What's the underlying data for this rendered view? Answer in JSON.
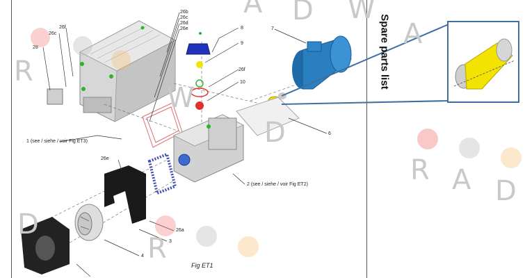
{
  "side_title": "Spare parts list",
  "figure_caption": "Fig ET1",
  "watermark": {
    "letters": [
      "R",
      "A",
      "D",
      "W",
      "A",
      "R",
      "D"
    ]
  },
  "labels": {
    "l26b": "26b",
    "l26c_top": "26c",
    "l26d": "26d",
    "l26e_top": "26e",
    "l26f_left": "26f",
    "l26c_left": "26c",
    "l28": "28",
    "l8": "8",
    "l9": "9",
    "l26f_right": "26f",
    "l10": "10",
    "l7": "7",
    "l6": "6",
    "l26e_bottom": "26e",
    "l26a": "26a",
    "l3": "3",
    "l4": "4",
    "note1": "1 (see / siehe / voir Fig ET3)",
    "note2": "2 (see / siehe / voir Fig ET2)"
  },
  "colors": {
    "accent_blue": "#3f6fa0",
    "yellow": "#f2e300",
    "motor_blue": "#2a7fc1",
    "red": "#e03030",
    "green": "#2bb52b"
  }
}
